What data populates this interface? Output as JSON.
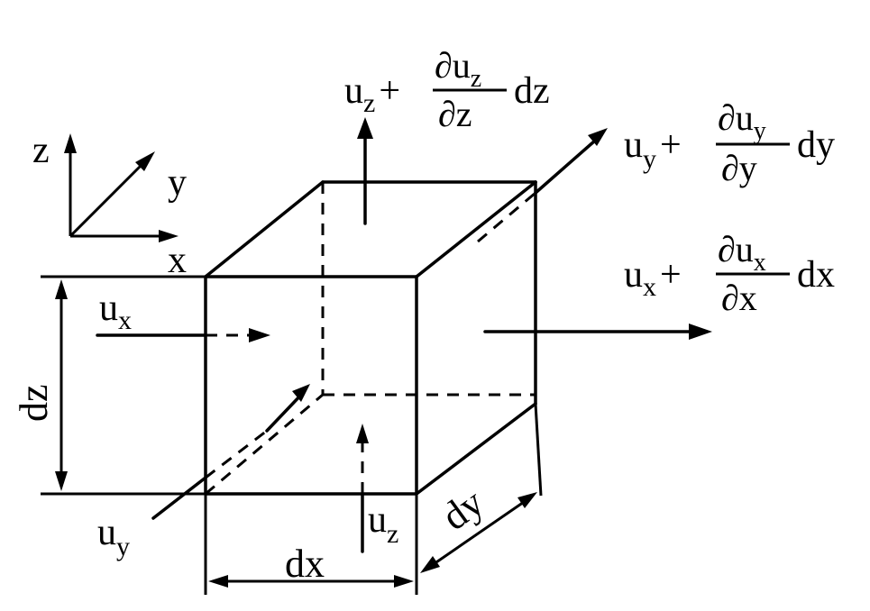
{
  "axes": {
    "z": "z",
    "y": "y",
    "x": "x"
  },
  "dims": {
    "dz": "dz",
    "dx": "dx",
    "dy": "dy"
  },
  "inflow": {
    "ux": {
      "base": "u",
      "sub": "x"
    },
    "uy": {
      "base": "u",
      "sub": "y"
    },
    "uz": {
      "base": "u",
      "sub": "z"
    }
  },
  "outflow": {
    "z": {
      "base": "u",
      "sub": "z",
      "plus": "+",
      "partial": "∂",
      "d": "dz"
    },
    "y": {
      "base": "u",
      "sub": "y",
      "plus": "+",
      "partial": "∂",
      "d": "dy"
    },
    "x": {
      "base": "u",
      "sub": "x",
      "plus": "+",
      "partial": "∂",
      "d": "dx"
    }
  }
}
